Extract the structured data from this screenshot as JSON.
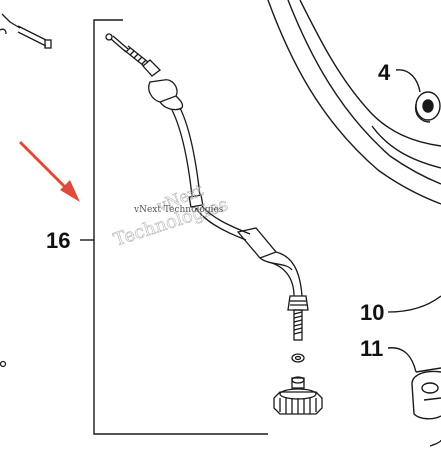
{
  "callouts": {
    "part_16": "16",
    "part_4": "4",
    "part_10": "10",
    "part_11": "11"
  },
  "watermark": {
    "line1": "vNext",
    "line2": "Technologies",
    "small": "vNext Technologies"
  },
  "colors": {
    "line": "#1a1a1a",
    "arrow": "#e04a3a",
    "watermark": "#b8b8b8"
  }
}
